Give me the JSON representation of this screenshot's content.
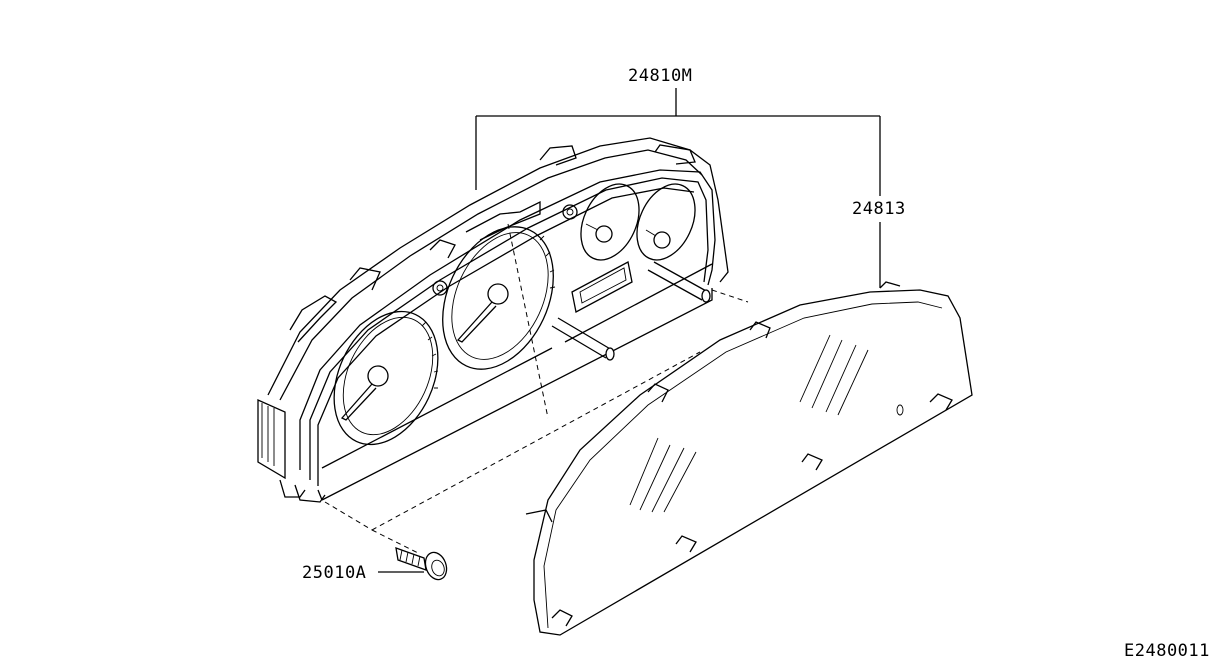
{
  "diagram": {
    "labels": {
      "combination_meter": "24810M",
      "meter_front_cover": "24813",
      "screw": "25010A",
      "figure_code": "E2480011"
    }
  }
}
